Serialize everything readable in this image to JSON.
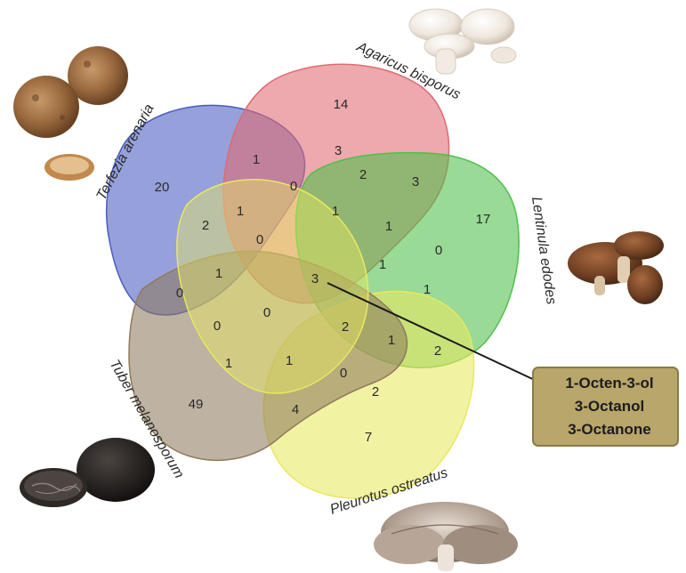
{
  "sets": {
    "agaricus": {
      "label": "Agaricus bisporus",
      "color": "#e06a72"
    },
    "lentinula": {
      "label": "Lentinula edodes",
      "color": "#4fbf4a"
    },
    "pleurotus": {
      "label": "Pleurotus ostreatus",
      "color": "#e8e860"
    },
    "tuber": {
      "label": "Tuber melanosporum",
      "color": "#8f7a5e"
    },
    "terfezia": {
      "label": "Terfezia arenaria",
      "color": "#4a5cc0"
    }
  },
  "region_counts": {
    "agaricus_only": "14",
    "lentinula_only": "17",
    "pleurotus_only": "7",
    "tuber_only": "49",
    "terfezia_only": "20",
    "r_terf_agar": "1",
    "r_agar_top_3": "3",
    "r_agar_0": "0",
    "r_agar_lent_2": "2",
    "r_agar_lent_3": "3",
    "r_terf_1b": "1",
    "r_terf_2": "2",
    "r_mid_1": "1",
    "r_lent_1": "1",
    "r_inner_0": "0",
    "r_lent_0": "0",
    "r_left_1": "1",
    "r_center_3": "3",
    "r_right_1": "1",
    "r_right_1b": "1",
    "r_terf_tub_0": "0",
    "r_lower_0": "0",
    "r_tub_0": "0",
    "r_low_center_2": "2",
    "r_pleu_1": "1",
    "r_lent_pleu_2": "2",
    "r_tub_1": "1",
    "r_tub_pleu_1": "1",
    "r_bottom_0": "0",
    "r_pleu_2": "2",
    "r_tub_pleu_4": "4"
  },
  "callout": {
    "lines": [
      "1-Octen-3-ol",
      "3-Octanol",
      "3-Octanone"
    ],
    "bg_color": "#b8a66a",
    "border_color": "#8a7a45"
  },
  "images": {
    "terfezia_photo": "terfezia-mushroom-photo",
    "agaricus_photo": "agaricus-mushroom-photo",
    "lentinula_photo": "shiitake-mushroom-photo",
    "tuber_photo": "truffle-photo",
    "pleurotus_photo": "oyster-mushroom-photo"
  }
}
